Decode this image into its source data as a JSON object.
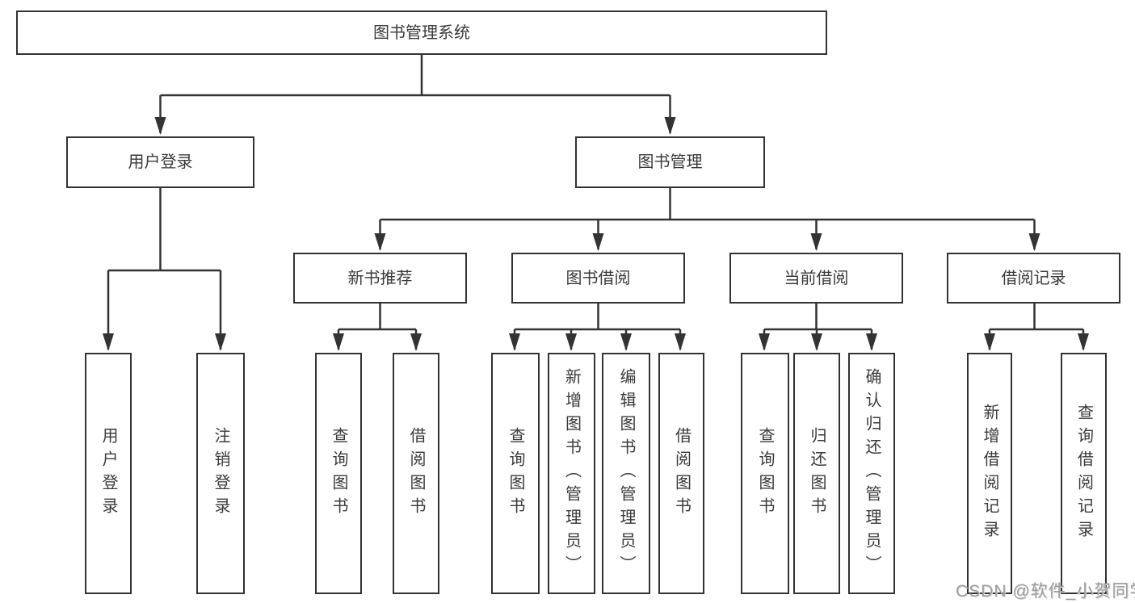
{
  "tree": {
    "label": "图书管理系统",
    "children": [
      {
        "label": "用户登录",
        "children": [
          {
            "label": "用户登录"
          },
          {
            "label": "注销登录"
          }
        ]
      },
      {
        "label": "图书管理",
        "children": [
          {
            "label": "新书推荐",
            "children": [
              {
                "label": "查询图书"
              },
              {
                "label": "借阅图书"
              }
            ]
          },
          {
            "label": "图书借阅",
            "children": [
              {
                "label": "查询图书"
              },
              {
                "label": "新增图书（管理员）"
              },
              {
                "label": "编辑图书（管理员）"
              },
              {
                "label": "借阅图书"
              }
            ]
          },
          {
            "label": "当前借阅",
            "children": [
              {
                "label": "查询图书"
              },
              {
                "label": "归还图书"
              },
              {
                "label": "确认归还（管理员）"
              }
            ]
          },
          {
            "label": "借阅记录",
            "children": [
              {
                "label": "新增借阅记录"
              },
              {
                "label": "查询借阅记录"
              }
            ]
          }
        ]
      }
    ]
  },
  "watermark": {
    "text": "CSDN @软件_小贺同学"
  },
  "colors": {
    "line": "#333333",
    "text": "#3a3a3a",
    "background": "#ffffff",
    "watermark": "#9e9e9e"
  }
}
